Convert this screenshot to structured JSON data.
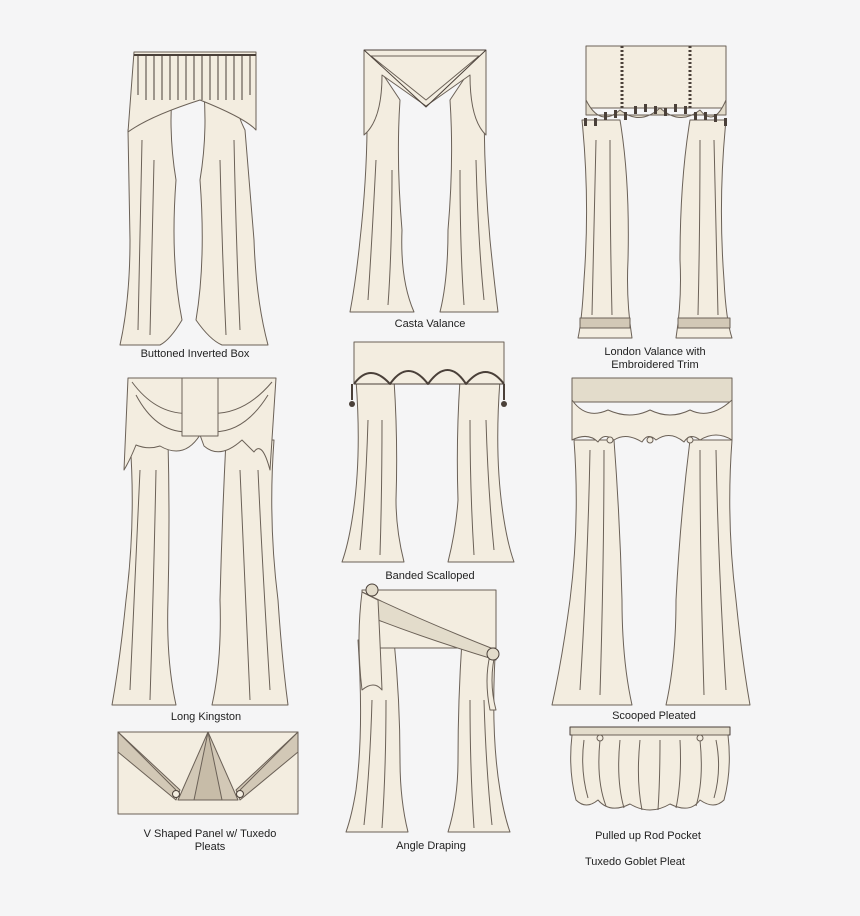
{
  "captions": {
    "buttoned_inverted_box": "Buttoned Inverted Box",
    "casta_valance": "Casta Valance",
    "london_valance_line1": "London Valance with",
    "london_valance_line2": "Embroidered Trim",
    "long_kingston": "Long Kingston",
    "banded_scalloped": "Banded Scalloped",
    "scooped_pleated": "Scooped Pleated",
    "v_shaped_line1": "V Shaped Panel w/ Tuxedo",
    "v_shaped_line2": "Pleats",
    "angle_draping": "Angle Draping",
    "pulled_up_rod_pocket": "Pulled up Rod Pocket",
    "tuxedo_goblet_pleat": "Tuxedo Goblet Pleat"
  },
  "colors": {
    "background": "#f5f5f6",
    "fabric": "#f3ede0",
    "fabric_shade": "#e3dccb",
    "outline": "#6b6157",
    "trim_dark": "#4a4039",
    "panel_mid": "#d2c8b6"
  }
}
